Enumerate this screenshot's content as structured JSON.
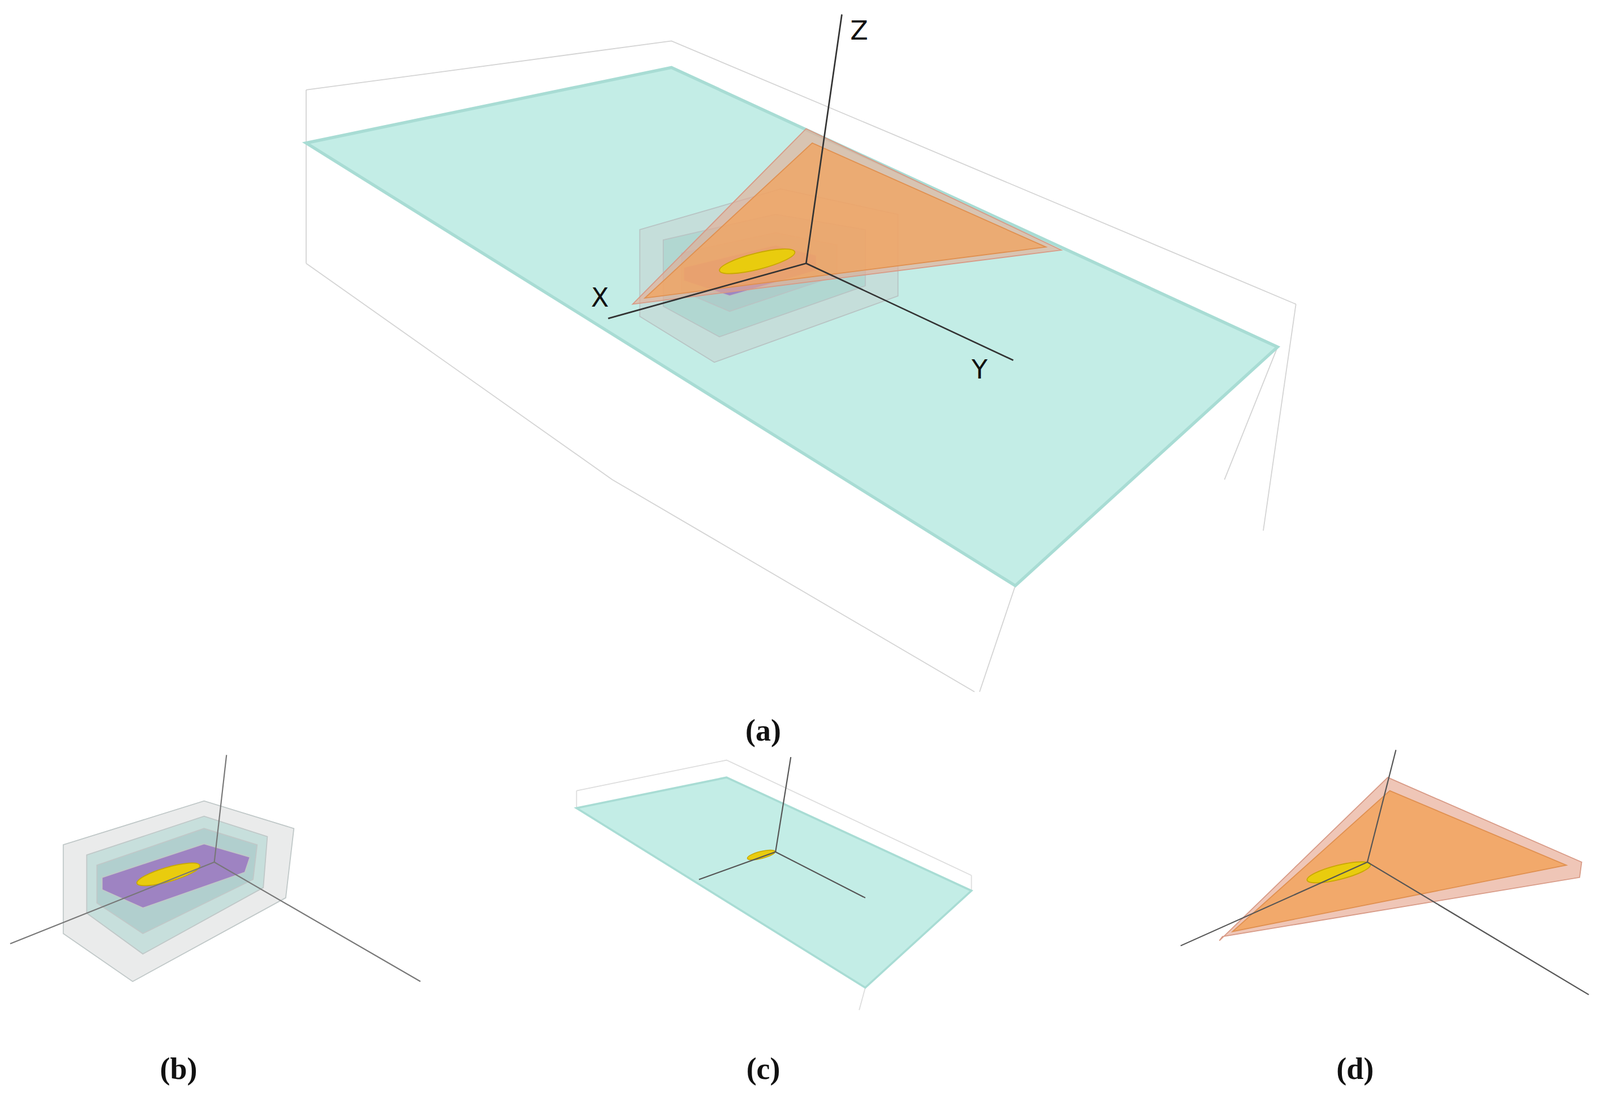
{
  "diagram": {
    "labels": [
      "Z",
      "X",
      "Y",
      "(a)",
      "(b)",
      "(c)",
      "(d)"
    ]
  }
}
